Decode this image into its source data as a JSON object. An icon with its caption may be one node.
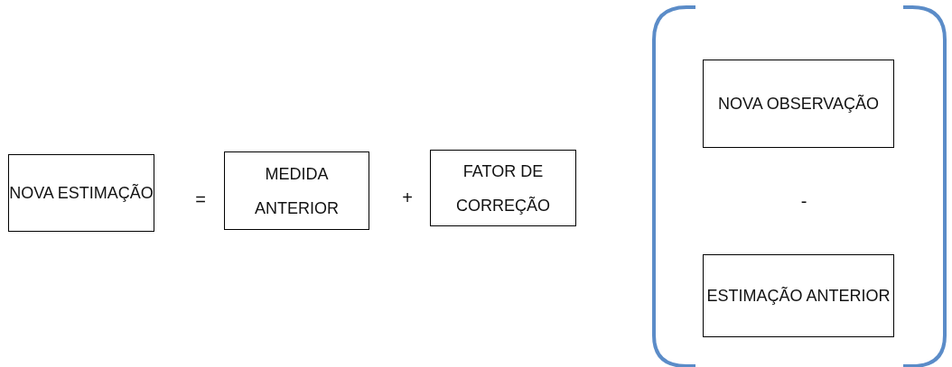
{
  "diagram": {
    "nodes": [
      {
        "text": [
          "NOVA ESTIMAÇÃO"
        ]
      },
      {
        "text": [
          "MEDIDA ANTERIOR"
        ]
      },
      {
        "text": [
          "FATOR DE CORREÇÃO"
        ]
      },
      {
        "text": [
          "NOVA OBSERVAÇÃO"
        ]
      },
      {
        "text": [
          "ESTIMAÇÃO ANTERIOR"
        ]
      }
    ],
    "labels": [
      "=",
      "+",
      "-"
    ]
  }
}
